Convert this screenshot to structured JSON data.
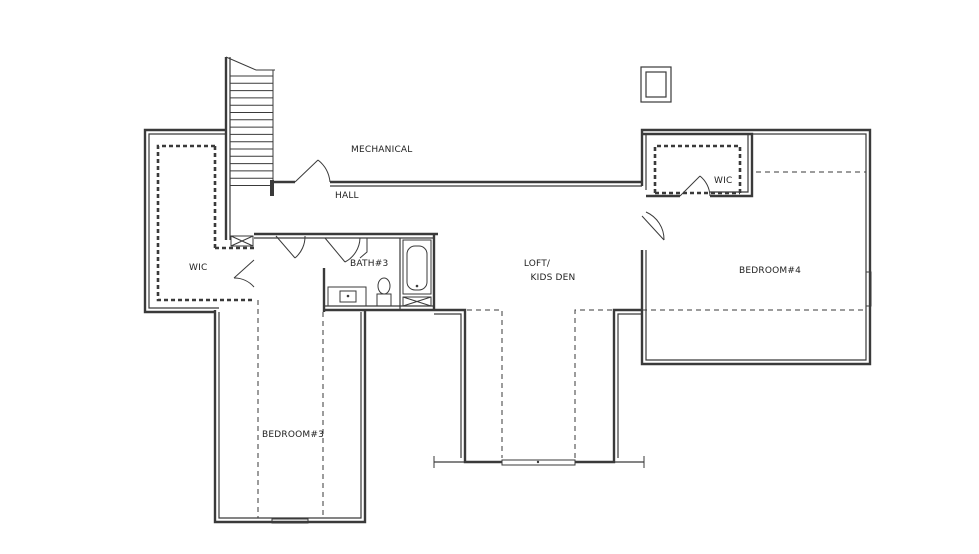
{
  "plan": {
    "labels": {
      "mechanical": "MECHANICAL",
      "hall": "HALL",
      "wic_left": "WIC",
      "wic_right": "WIC",
      "bath3": "BATH#3",
      "loft_line1": "LOFT/",
      "loft_line2": "KIDS DEN",
      "bedroom4": "BEDROOM#4",
      "bedroom3": "BEDROOM#3"
    }
  }
}
